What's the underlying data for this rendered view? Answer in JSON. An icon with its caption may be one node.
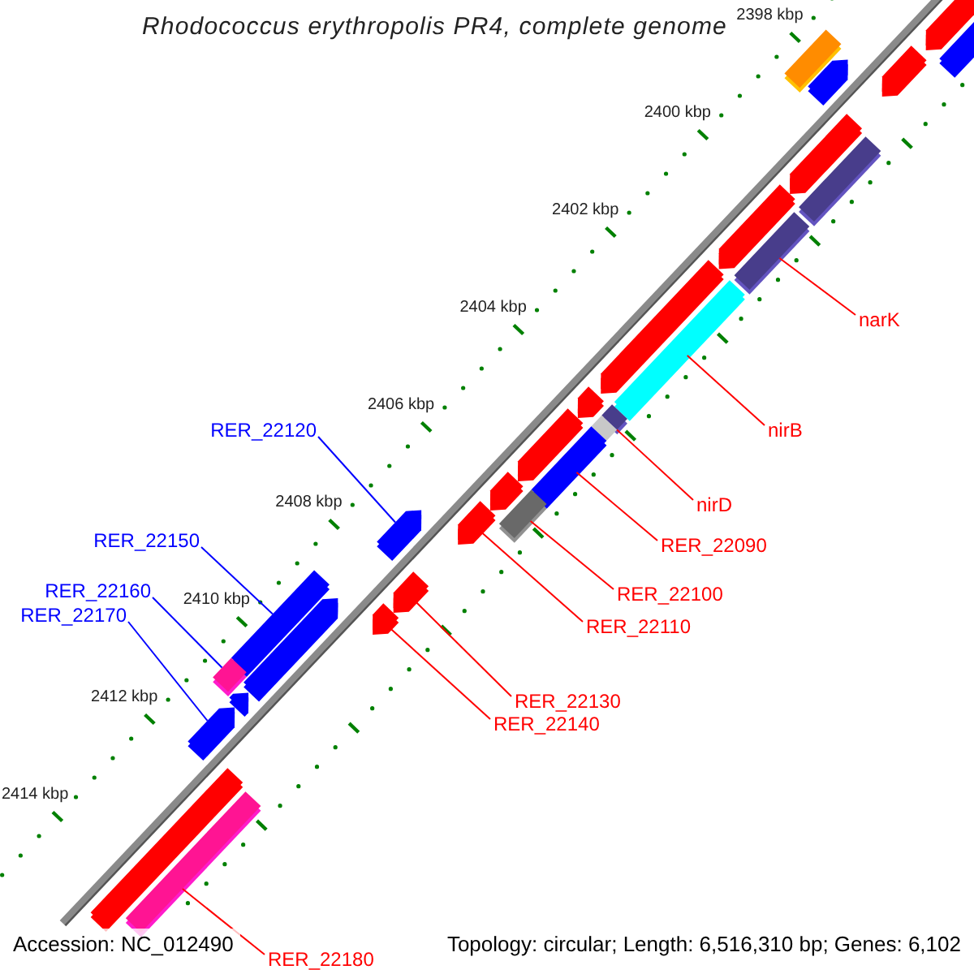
{
  "diagram": {
    "title": "Rhodococcus erythropolis PR4, complete genome",
    "nodes": [
      {
        "text": [
          "narK"
        ]
      },
      {
        "text": [
          "RER_22120"
        ]
      },
      {
        "text": [
          "nirB"
        ]
      },
      {
        "text": [
          "RER_22150"
        ]
      },
      {
        "text": [
          "nirD"
        ]
      },
      {
        "text": [
          "RER_22160"
        ]
      },
      {
        "text": [
          "RER_22090"
        ]
      },
      {
        "text": [
          "RER_22170"
        ]
      },
      {
        "text": [
          "RER_22100"
        ]
      },
      {
        "text": [
          "RER_22110"
        ]
      },
      {
        "text": [
          "RER_22130"
        ]
      },
      {
        "text": [
          "RER_22140"
        ]
      },
      {
        "text": [
          "RER_22180"
        ]
      },
      {
        "text": [],
        "shape": "bar"
      },
      {
        "text": [],
        "shape": "bar"
      },
      {
        "text": [],
        "shape": "bar"
      },
      {
        "text": [],
        "shape": "bar"
      },
      {
        "text": [],
        "shape": "bar"
      },
      {
        "text": [],
        "shape": "bar"
      },
      {
        "text": [],
        "shape": "bar"
      },
      {
        "text": [],
        "shape": "bar"
      },
      {
        "text": [],
        "shape": "bar"
      },
      {
        "text": [],
        "shape": "bar"
      },
      {
        "text": [],
        "shape": "bar"
      },
      {
        "text": [],
        "shape": "bar"
      },
      {
        "text": [],
        "shape": "bar"
      },
      {
        "text": [],
        "shape": "bar"
      },
      {
        "text": [],
        "shape": "bar"
      },
      {
        "text": [],
        "shape": "bar"
      },
      {
        "text": [],
        "shape": "bar"
      },
      {
        "text": [],
        "shape": "bar"
      },
      {
        "text": [],
        "shape": "bar"
      },
      {
        "text": [],
        "shape": "bar"
      },
      {
        "text": [],
        "shape": "bar"
      },
      {
        "text": [],
        "shape": "bar"
      },
      {
        "text": [],
        "shape": "bar"
      },
      {
        "text": [],
        "shape": "bar"
      },
      {
        "text": [],
        "shape": "bar"
      },
      {
        "text": [],
        "shape": "bar"
      },
      {
        "text": [],
        "shape": "bar"
      },
      {
        "text": [],
        "shape": "bar"
      }
    ],
    "edges": [
      {
        "from": 0,
        "to": 13,
        "arrow": "none"
      },
      {
        "from": 1,
        "to": 14,
        "arrow": "none",
        "color": "#0000ff"
      },
      {
        "from": 2,
        "to": 15,
        "arrow": "none"
      },
      {
        "from": 3,
        "to": 16,
        "arrow": "none",
        "color": "#0000ff"
      },
      {
        "from": 4,
        "to": 17,
        "arrow": "none"
      },
      {
        "from": 5,
        "to": 18,
        "arrow": "none",
        "color": "#0000ff"
      },
      {
        "from": 6,
        "to": 19,
        "arrow": "none"
      },
      {
        "from": 7,
        "to": 20,
        "arrow": "none",
        "color": "#0000ff"
      },
      {
        "from": 8,
        "to": 21,
        "arrow": "none"
      },
      {
        "from": 9,
        "to": 22,
        "arrow": "none"
      },
      {
        "from": 10,
        "to": 23,
        "arrow": "none"
      },
      {
        "from": 11,
        "to": 24,
        "arrow": "none"
      },
      {
        "from": 12,
        "to": 25,
        "arrow": "none"
      }
    ],
    "labels": [
      "2398 kbp",
      "2400 kbp",
      "2402 kbp",
      "2404 kbp",
      "2406 kbp",
      "2408 kbp",
      "2410 kbp",
      "2412 kbp",
      "2414 kbp",
      "Accession: NC_012490",
      "Topology: circular; Length: 6,516,310 bp; Genes: 6,102"
    ]
  }
}
